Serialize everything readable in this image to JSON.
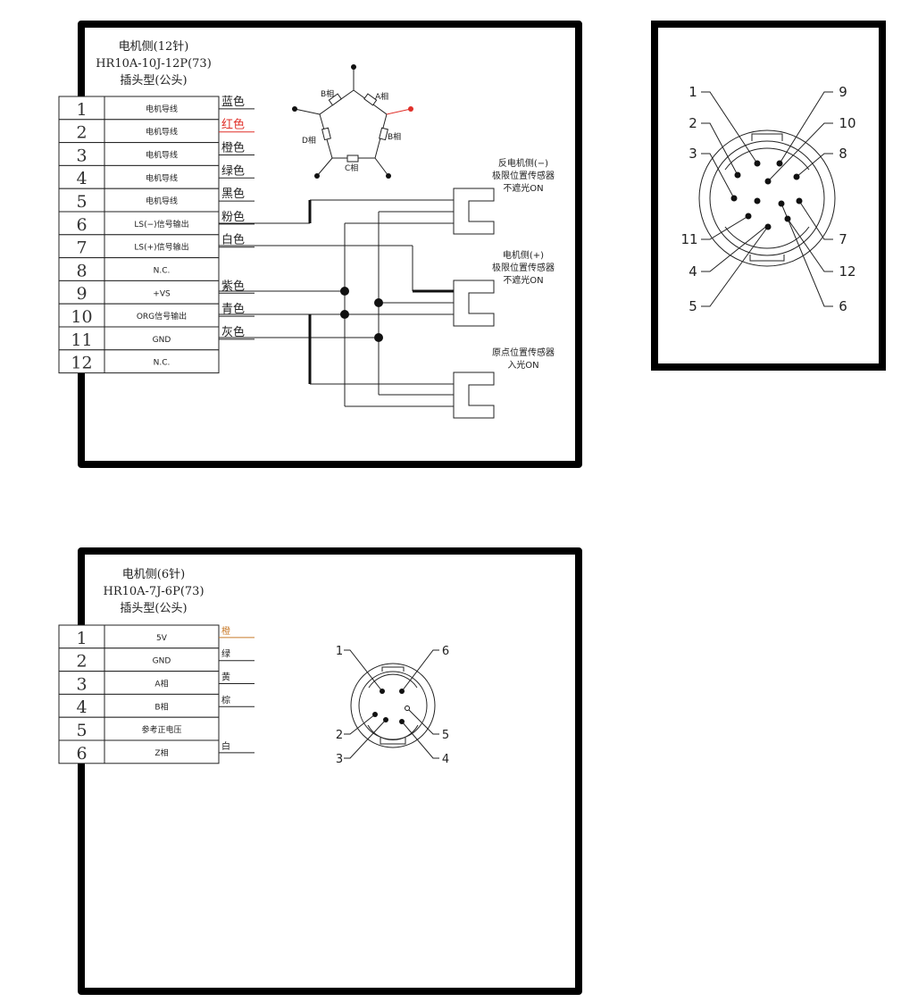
{
  "connector12": {
    "title_lines": [
      "电机侧(12针)",
      "HR10A-10J-12P(73)",
      "插头型(公头)"
    ],
    "rows": [
      {
        "num": "1",
        "label": "电机导线",
        "wire": "蓝色"
      },
      {
        "num": "2",
        "label": "电机导线",
        "wire": "红色"
      },
      {
        "num": "3",
        "label": "电机导线",
        "wire": "橙色"
      },
      {
        "num": "4",
        "label": "电机导线",
        "wire": "绿色"
      },
      {
        "num": "5",
        "label": "电机导线",
        "wire": "黑色"
      },
      {
        "num": "6",
        "label": "LS(−)信号输出",
        "wire": "粉色"
      },
      {
        "num": "7",
        "label": "LS(+)信号输出",
        "wire": "白色"
      },
      {
        "num": "8",
        "label": "N.C.",
        "wire": ""
      },
      {
        "num": "9",
        "label": "+VS",
        "wire": "紫色"
      },
      {
        "num": "10",
        "label": "ORG信号输出",
        "wire": "青色"
      },
      {
        "num": "11",
        "label": "GND",
        "wire": "灰色"
      },
      {
        "num": "12",
        "label": "N.C.",
        "wire": ""
      }
    ],
    "phases": [
      "A相",
      "B相",
      "C相",
      "D相",
      "B相"
    ],
    "sensors": [
      {
        "lines": [
          "反电机侧(−)",
          "极限位置传感器",
          "不遮光ON"
        ]
      },
      {
        "lines": [
          "电机侧(+)",
          "极限位置传感器",
          "不遮光ON"
        ]
      },
      {
        "lines": [
          "原点位置传感器",
          "入光ON"
        ]
      }
    ],
    "pin_labels": [
      "1",
      "2",
      "3",
      "11",
      "4",
      "5",
      "9",
      "10",
      "8",
      "7",
      "12",
      "6"
    ]
  },
  "connector6": {
    "title_lines": [
      "电机侧(6针)",
      "HR10A-7J-6P(73)",
      "插头型(公头)"
    ],
    "rows": [
      {
        "num": "1",
        "label": "5V",
        "wire": "橙"
      },
      {
        "num": "2",
        "label": "GND",
        "wire": "绿"
      },
      {
        "num": "3",
        "label": "A相",
        "wire": "黄"
      },
      {
        "num": "4",
        "label": "B相",
        "wire": "棕"
      },
      {
        "num": "5",
        "label": "参考正电压",
        "wire": ""
      },
      {
        "num": "6",
        "label": "Z相",
        "wire": "白"
      }
    ],
    "pin_labels": [
      "1",
      "6",
      "2",
      "3",
      "5",
      "4"
    ]
  },
  "colors": {
    "frame": "#000000",
    "red_wire": "#e0302a",
    "orange_wire": "#c87a2a",
    "line": "#222222"
  }
}
